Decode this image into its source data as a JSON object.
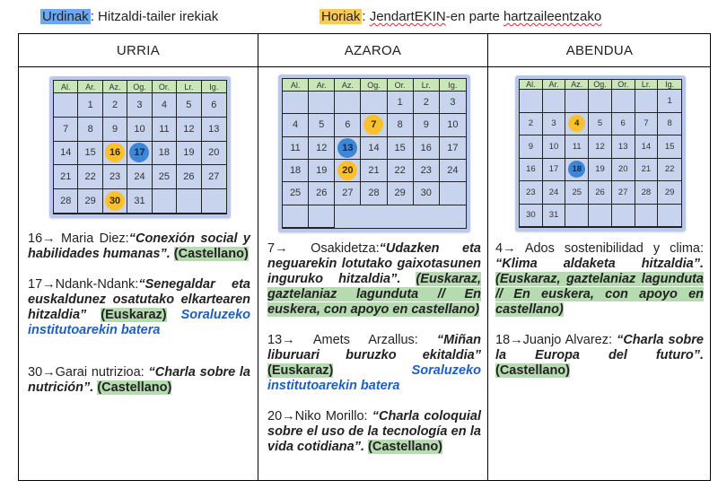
{
  "legend": {
    "blue_key": "Urdinak",
    "blue_text": ": Hitzaldi-tailer irekiak",
    "orange_key": "Horiak",
    "orange_text_1": ": ",
    "orange_brand": "JendartEKIN",
    "orange_text_2": "-en parte ",
    "orange_text_3": "hartzaileentzako"
  },
  "columns": [
    "URRIA",
    "AZAROA",
    "ABENDUA"
  ],
  "calendars": {
    "days": [
      "Al.",
      "Ar.",
      "Az.",
      "Og.",
      "Or.",
      "Lr.",
      "Ig."
    ],
    "urria": [
      "",
      "1",
      "2",
      "3",
      "4",
      "5",
      "6",
      "7",
      "8",
      "9",
      "10",
      "11",
      "12",
      "13",
      "14",
      "15",
      "16",
      "17",
      "18",
      "19",
      "20",
      "21",
      "22",
      "23",
      "24",
      "25",
      "26",
      "27",
      "28",
      "29",
      "30",
      "31",
      "",
      "",
      ""
    ],
    "azaroa": [
      "",
      "",
      "",
      "",
      "1",
      "2",
      "3",
      "4",
      "5",
      "6",
      "7",
      "8",
      "9",
      "10",
      "11",
      "12",
      "13",
      "14",
      "15",
      "16",
      "17",
      "18",
      "19",
      "20",
      "21",
      "22",
      "23",
      "24",
      "25",
      "26",
      "27",
      "28",
      "29",
      "30",
      "",
      "",
      ""
    ],
    "abendua": [
      "",
      "",
      "",
      "",
      "",
      "",
      "1",
      "2",
      "3",
      "4",
      "5",
      "6",
      "7",
      "8",
      "9",
      "10",
      "11",
      "12",
      "13",
      "14",
      "15",
      "16",
      "17",
      "18",
      "19",
      "20",
      "21",
      "22",
      "23",
      "24",
      "25",
      "26",
      "27",
      "28",
      "29",
      "30",
      "31",
      "",
      "",
      "",
      "",
      ""
    ],
    "highlights": {
      "urria": {
        "16": "orange",
        "17": "blue",
        "30": "orange"
      },
      "azaroa": {
        "7": "orange",
        "13": "blue",
        "20": "orange"
      },
      "abendua": {
        "4": "orange",
        "18": "blue"
      }
    }
  },
  "notes": {
    "urria": {
      "n1_prefix": "16→ Maria Diez:",
      "n1_title": "“Conexión social y habilidades humanas”.",
      "n1_lang": "(Castellano)",
      "n2_prefix": "17→Ndank-Ndank:",
      "n2_title": "“Senegaldar eta euskaldunez osatutako elkartearen hitzaldia”",
      "n2_lang": "(Euskaraz)",
      "n2_venue": "Soraluzeko institutoarekin batera",
      "n3_prefix": "30→Garai nutrizioa: ",
      "n3_title": "“Charla sobre la nutrición”.",
      "n3_lang": "(Castellano)"
    },
    "azaroa": {
      "n1_prefix": "7→ Osakidetza:",
      "n1_title": "“Udazken eta neguarekin lotutako gaixotasunen inguruko hitzaldia”.",
      "n1_lang": "(Euskaraz, gaztelaniaz lagunduta // En euskera, con apoyo en castellano)",
      "n2_prefix": "13→ Amets Arzallus: ",
      "n2_title": "“Miñan liburuari buruzko ekitaldia”",
      "n2_lang": "(Euskaraz)",
      "n2_venue": "Soraluzeko institutoarekin batera",
      "n3_prefix": "20→Niko Morillo: ",
      "n3_title": "“Charla coloquial sobre el uso de la tecnología en la vida cotidiana”.",
      "n3_lang": "(Castellano)"
    },
    "abendua": {
      "n1_prefix": "4→ Ados sostenibilidad y clima: ",
      "n1_title": "“Klima aldaketa hitzaldia”.",
      "n1_lang": "(Euskaraz, gaztelaniaz lagunduta // En euskera, con apoyo en castellano)",
      "n2_prefix": "18→Juanjo Alvarez: ",
      "n2_title": "“Charla sobre la Europa del futuro”.",
      "n2_lang": "(Castellano)"
    }
  },
  "colors": {
    "orange_event": "#fbc02d",
    "blue_event": "#3d86d6",
    "language_highlight": "#b6dbb0",
    "venue_text": "#1d5fbf"
  }
}
